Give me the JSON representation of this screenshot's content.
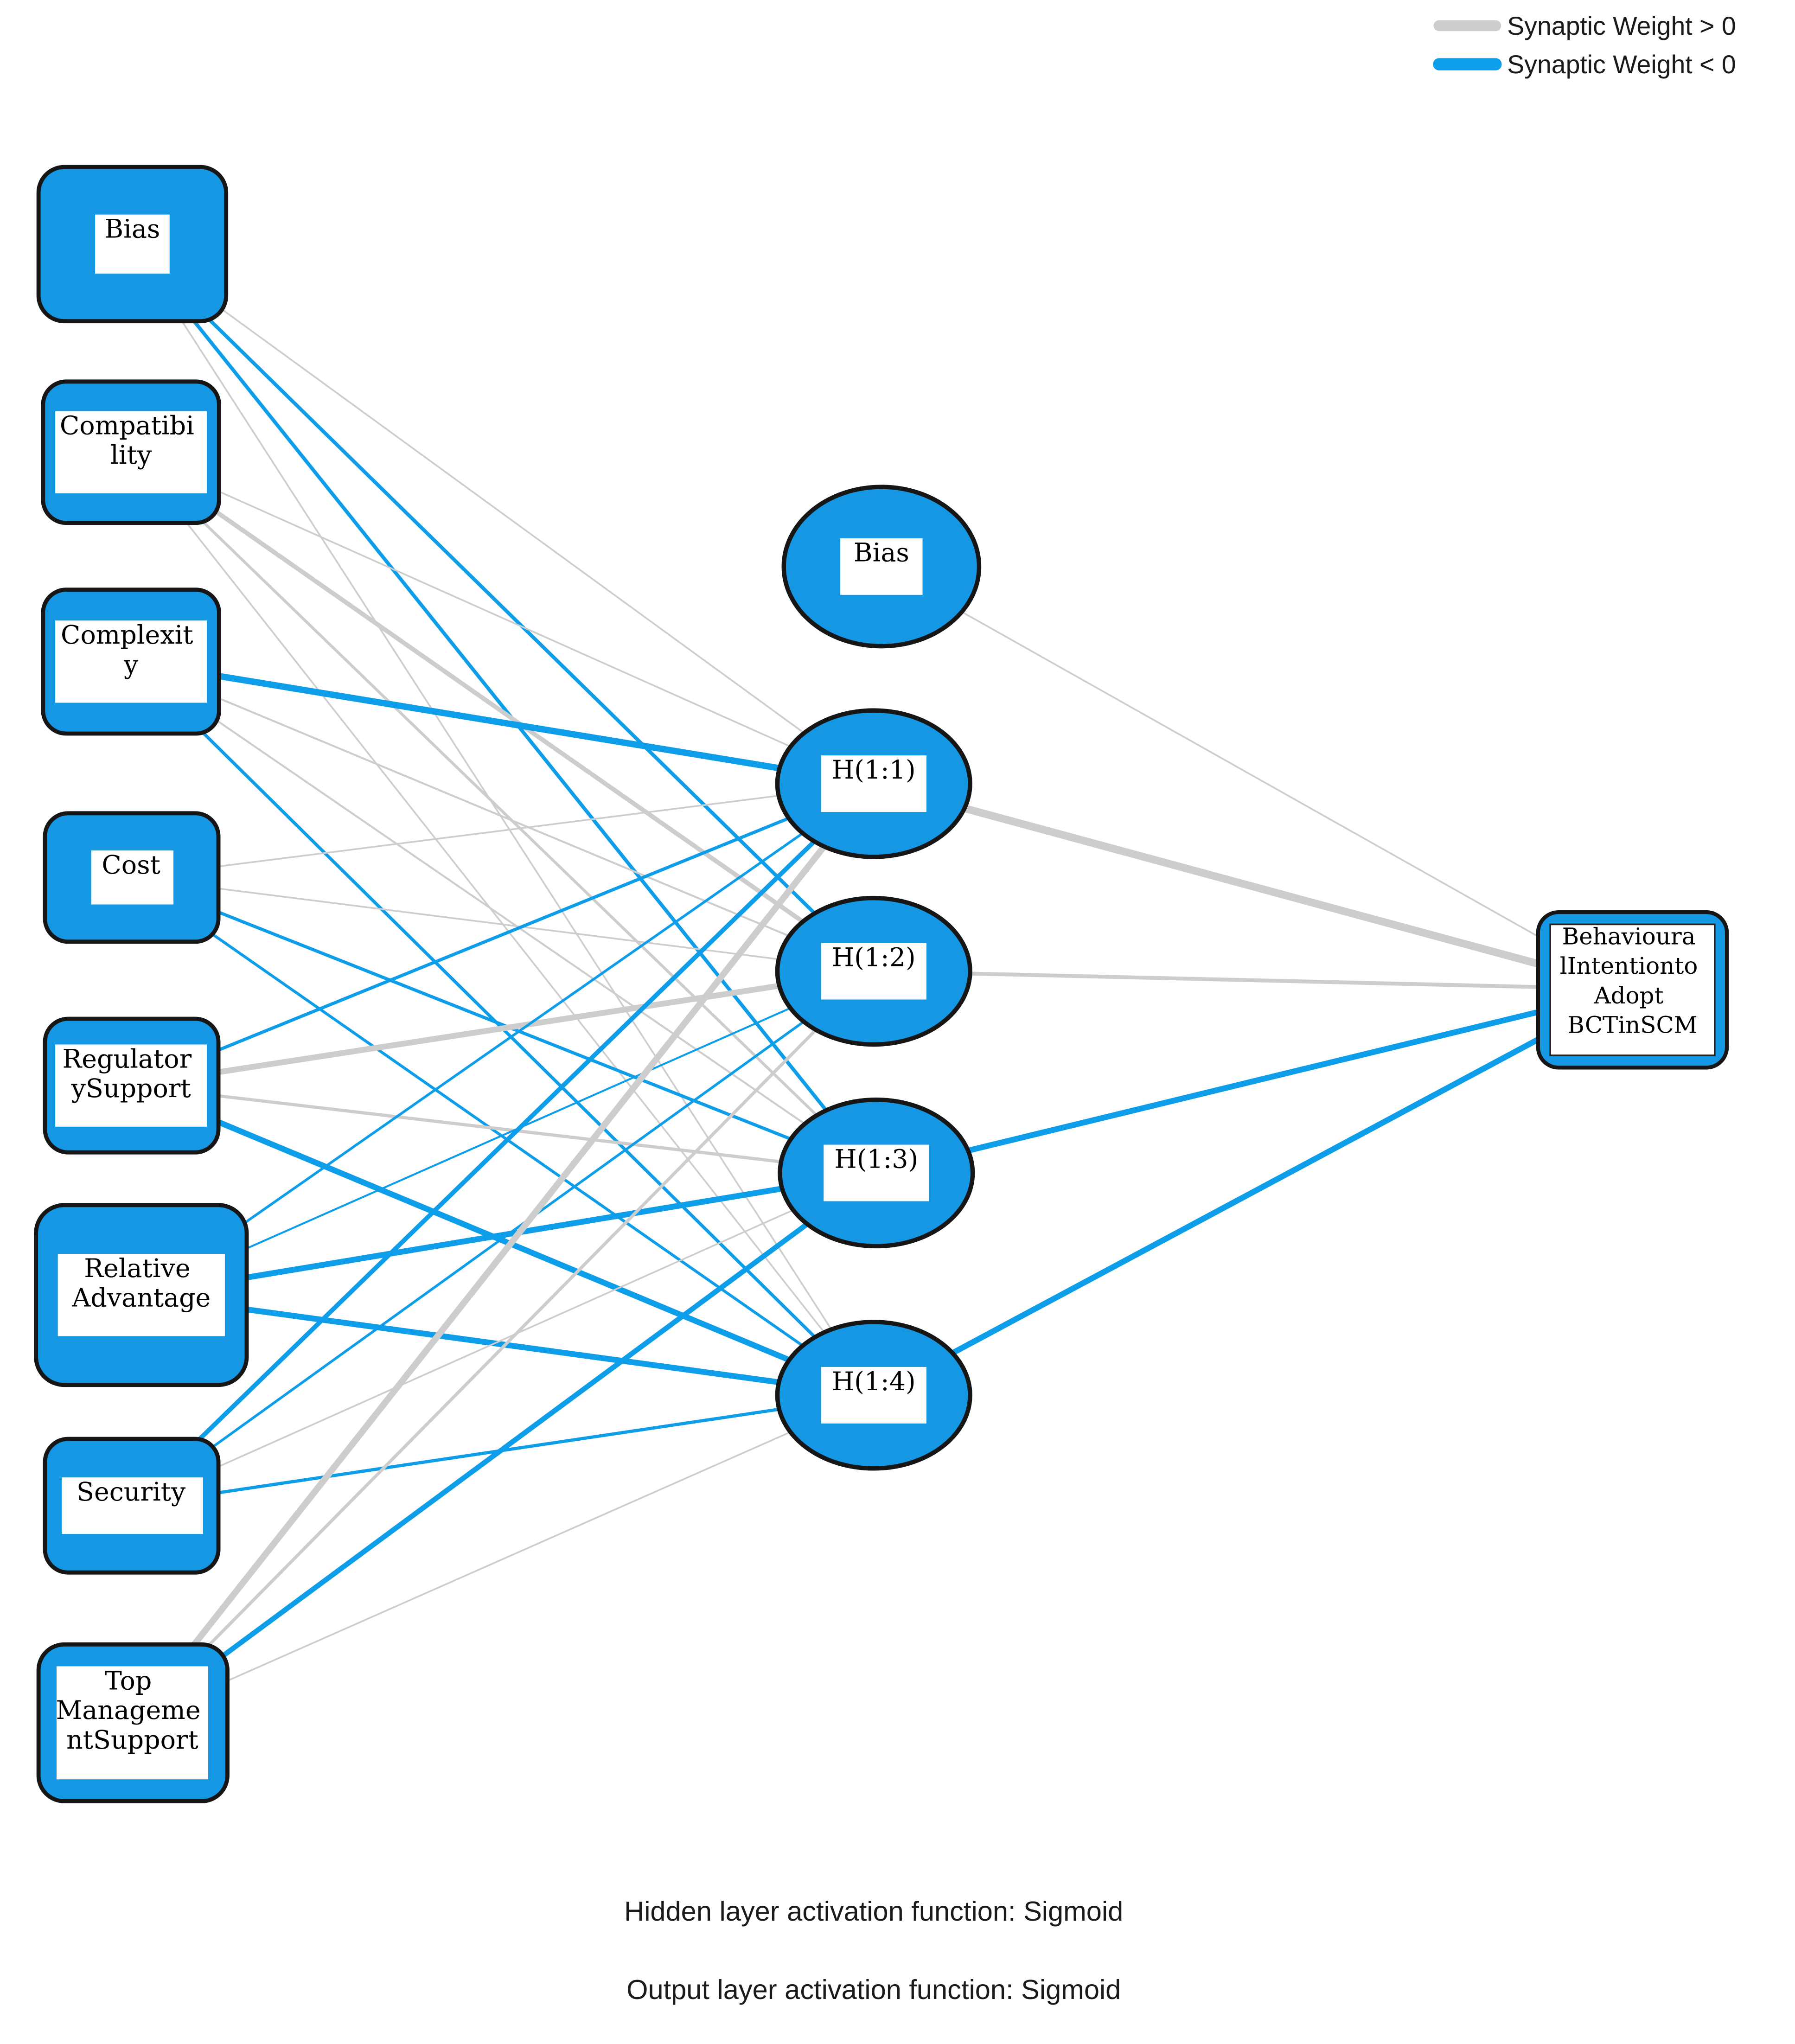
{
  "diagram_type": "neural-network",
  "legend": {
    "positive_label": "Synaptic Weight > 0",
    "negative_label": "Synaptic Weight < 0"
  },
  "colors": {
    "positive_line": "#cdcdcd",
    "negative_line": "#0d9de9",
    "node_fill": "#1697e4",
    "node_border": "#161616",
    "text": "#000000"
  },
  "layers": {
    "input": [
      {
        "id": "bias_in",
        "lines": [
          "Bias"
        ]
      },
      {
        "id": "compatibility",
        "lines": [
          "Compatibi",
          "lity"
        ]
      },
      {
        "id": "complexity",
        "lines": [
          "Complexit",
          "y"
        ]
      },
      {
        "id": "cost",
        "lines": [
          "Cost"
        ]
      },
      {
        "id": "regulatory_support",
        "lines": [
          "Regulator",
          "ySupport"
        ]
      },
      {
        "id": "relative_advantage",
        "lines": [
          "Relative",
          "Advantage"
        ]
      },
      {
        "id": "security",
        "lines": [
          "Security"
        ]
      },
      {
        "id": "top_management_support",
        "lines": [
          "Top",
          "Manageme",
          "ntSupport"
        ]
      }
    ],
    "hidden": [
      {
        "id": "bias_h",
        "lines": [
          "Bias"
        ]
      },
      {
        "id": "h11",
        "lines": [
          "H(1:1)"
        ]
      },
      {
        "id": "h12",
        "lines": [
          "H(1:2)"
        ]
      },
      {
        "id": "h13",
        "lines": [
          "H(1:3)"
        ]
      },
      {
        "id": "h14",
        "lines": [
          "H(1:4)"
        ]
      }
    ],
    "output": [
      {
        "id": "out",
        "lines": [
          "Behavioura",
          "lIntentionto",
          "Adopt",
          "BCTinSCM"
        ]
      }
    ]
  },
  "connections": [
    {
      "from": "bias_in",
      "to": "h11",
      "sign": "pos",
      "w": 1.3
    },
    {
      "from": "bias_in",
      "to": "h12",
      "sign": "neg",
      "w": 2.8
    },
    {
      "from": "bias_in",
      "to": "h13",
      "sign": "neg",
      "w": 2.8
    },
    {
      "from": "bias_in",
      "to": "h14",
      "sign": "pos",
      "w": 1.3
    },
    {
      "from": "compatibility",
      "to": "h11",
      "sign": "pos",
      "w": 1.3
    },
    {
      "from": "compatibility",
      "to": "h12",
      "sign": "pos",
      "w": 3.5
    },
    {
      "from": "compatibility",
      "to": "h13",
      "sign": "pos",
      "w": 2.2
    },
    {
      "from": "compatibility",
      "to": "h14",
      "sign": "pos",
      "w": 1.3
    },
    {
      "from": "complexity",
      "to": "h11",
      "sign": "neg",
      "w": 5
    },
    {
      "from": "complexity",
      "to": "h12",
      "sign": "pos",
      "w": 1.5
    },
    {
      "from": "complexity",
      "to": "h13",
      "sign": "pos",
      "w": 1.5
    },
    {
      "from": "complexity",
      "to": "h14",
      "sign": "neg",
      "w": 2.5
    },
    {
      "from": "cost",
      "to": "h11",
      "sign": "pos",
      "w": 1.3
    },
    {
      "from": "cost",
      "to": "h12",
      "sign": "pos",
      "w": 1.3
    },
    {
      "from": "cost",
      "to": "h13",
      "sign": "neg",
      "w": 2.5
    },
    {
      "from": "cost",
      "to": "h14",
      "sign": "neg",
      "w": 2.2
    },
    {
      "from": "regulatory_support",
      "to": "h11",
      "sign": "neg",
      "w": 2.5
    },
    {
      "from": "regulatory_support",
      "to": "h12",
      "sign": "pos",
      "w": 4.5
    },
    {
      "from": "regulatory_support",
      "to": "h13",
      "sign": "pos",
      "w": 2.5
    },
    {
      "from": "regulatory_support",
      "to": "h14",
      "sign": "neg",
      "w": 4.5
    },
    {
      "from": "relative_advantage",
      "to": "h11",
      "sign": "neg",
      "w": 2
    },
    {
      "from": "relative_advantage",
      "to": "h12",
      "sign": "neg",
      "w": 1.5
    },
    {
      "from": "relative_advantage",
      "to": "h13",
      "sign": "neg",
      "w": 4.5
    },
    {
      "from": "relative_advantage",
      "to": "h14",
      "sign": "neg",
      "w": 4.5
    },
    {
      "from": "security",
      "to": "h11",
      "sign": "neg",
      "w": 3.5
    },
    {
      "from": "security",
      "to": "h12",
      "sign": "neg",
      "w": 2
    },
    {
      "from": "security",
      "to": "h13",
      "sign": "pos",
      "w": 1.3
    },
    {
      "from": "security",
      "to": "h14",
      "sign": "neg",
      "w": 2.5
    },
    {
      "from": "top_management_support",
      "to": "h11",
      "sign": "pos",
      "w": 5
    },
    {
      "from": "top_management_support",
      "to": "h12",
      "sign": "pos",
      "w": 2.5
    },
    {
      "from": "top_management_support",
      "to": "h13",
      "sign": "neg",
      "w": 4
    },
    {
      "from": "top_management_support",
      "to": "h14",
      "sign": "pos",
      "w": 1.3
    },
    {
      "from": "bias_h",
      "to": "out",
      "sign": "pos",
      "w": 1.3
    },
    {
      "from": "h11",
      "to": "out",
      "sign": "pos",
      "w": 6
    },
    {
      "from": "h12",
      "to": "out",
      "sign": "pos",
      "w": 3
    },
    {
      "from": "h13",
      "to": "out",
      "sign": "neg",
      "w": 4.5
    },
    {
      "from": "h14",
      "to": "out",
      "sign": "neg",
      "w": 4.5
    }
  ],
  "footer": {
    "hidden_activation": "Hidden layer activation function: Sigmoid",
    "output_activation": "Output layer activation function: Sigmoid"
  }
}
